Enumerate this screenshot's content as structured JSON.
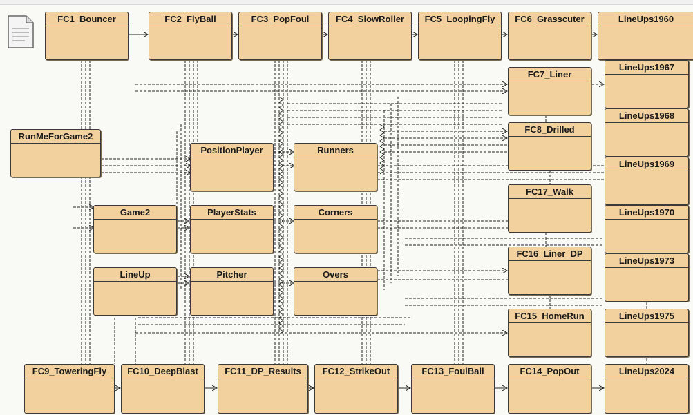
{
  "classes": {
    "FC1_Bouncer": "FC1_Bouncer",
    "FC2_FlyBall": "FC2_FlyBall",
    "FC3_PopFoul": "FC3_PopFoul",
    "FC4_SlowRoller": "FC4_SlowRoller",
    "FC5_LoopingFly": "FC5_LoopingFly",
    "FC6_Grasscuter": "FC6_Grasscuter",
    "LineUps1960": "LineUps1960",
    "FC7_Liner": "FC7_Liner",
    "LineUps1967": "LineUps1967",
    "LineUps1968": "LineUps1968",
    "FC8_Drilled": "FC8_Drilled",
    "RunMeForGame2": "RunMeForGame2",
    "PositionPlayer": "PositionPlayer",
    "Runners": "Runners",
    "LineUps1969": "LineUps1969",
    "FC17_Walk": "FC17_Walk",
    "Game2": "Game2",
    "PlayerStats": "PlayerStats",
    "Corners": "Corners",
    "LineUps1970": "LineUps1970",
    "FC16_Liner_DP": "FC16_Liner_DP",
    "LineUp": "LineUp",
    "Pitcher": "Pitcher",
    "Overs": "Overs",
    "LineUps1973": "LineUps1973",
    "FC15_HomeRun": "FC15_HomeRun",
    "LineUps1975": "LineUps1975",
    "FC9_ToweringFly": "FC9_ToweringFly",
    "FC10_DeepBlast": "FC10_DeepBlast",
    "FC11_DP_Results": "FC11_DP_Results",
    "FC12_StrikeOut": "FC12_StrikeOut",
    "FC13_FoulBall": "FC13_FoulBall",
    "FC14_PopOut": "FC14_PopOut",
    "LineUps2024": "LineUps2024"
  },
  "colors": {
    "class_fill": "#f2d19e",
    "class_border": "#3a3a3a",
    "background": "#f9f9f5",
    "wire": "#222222"
  },
  "icons": {
    "package_doc": "document-icon"
  }
}
